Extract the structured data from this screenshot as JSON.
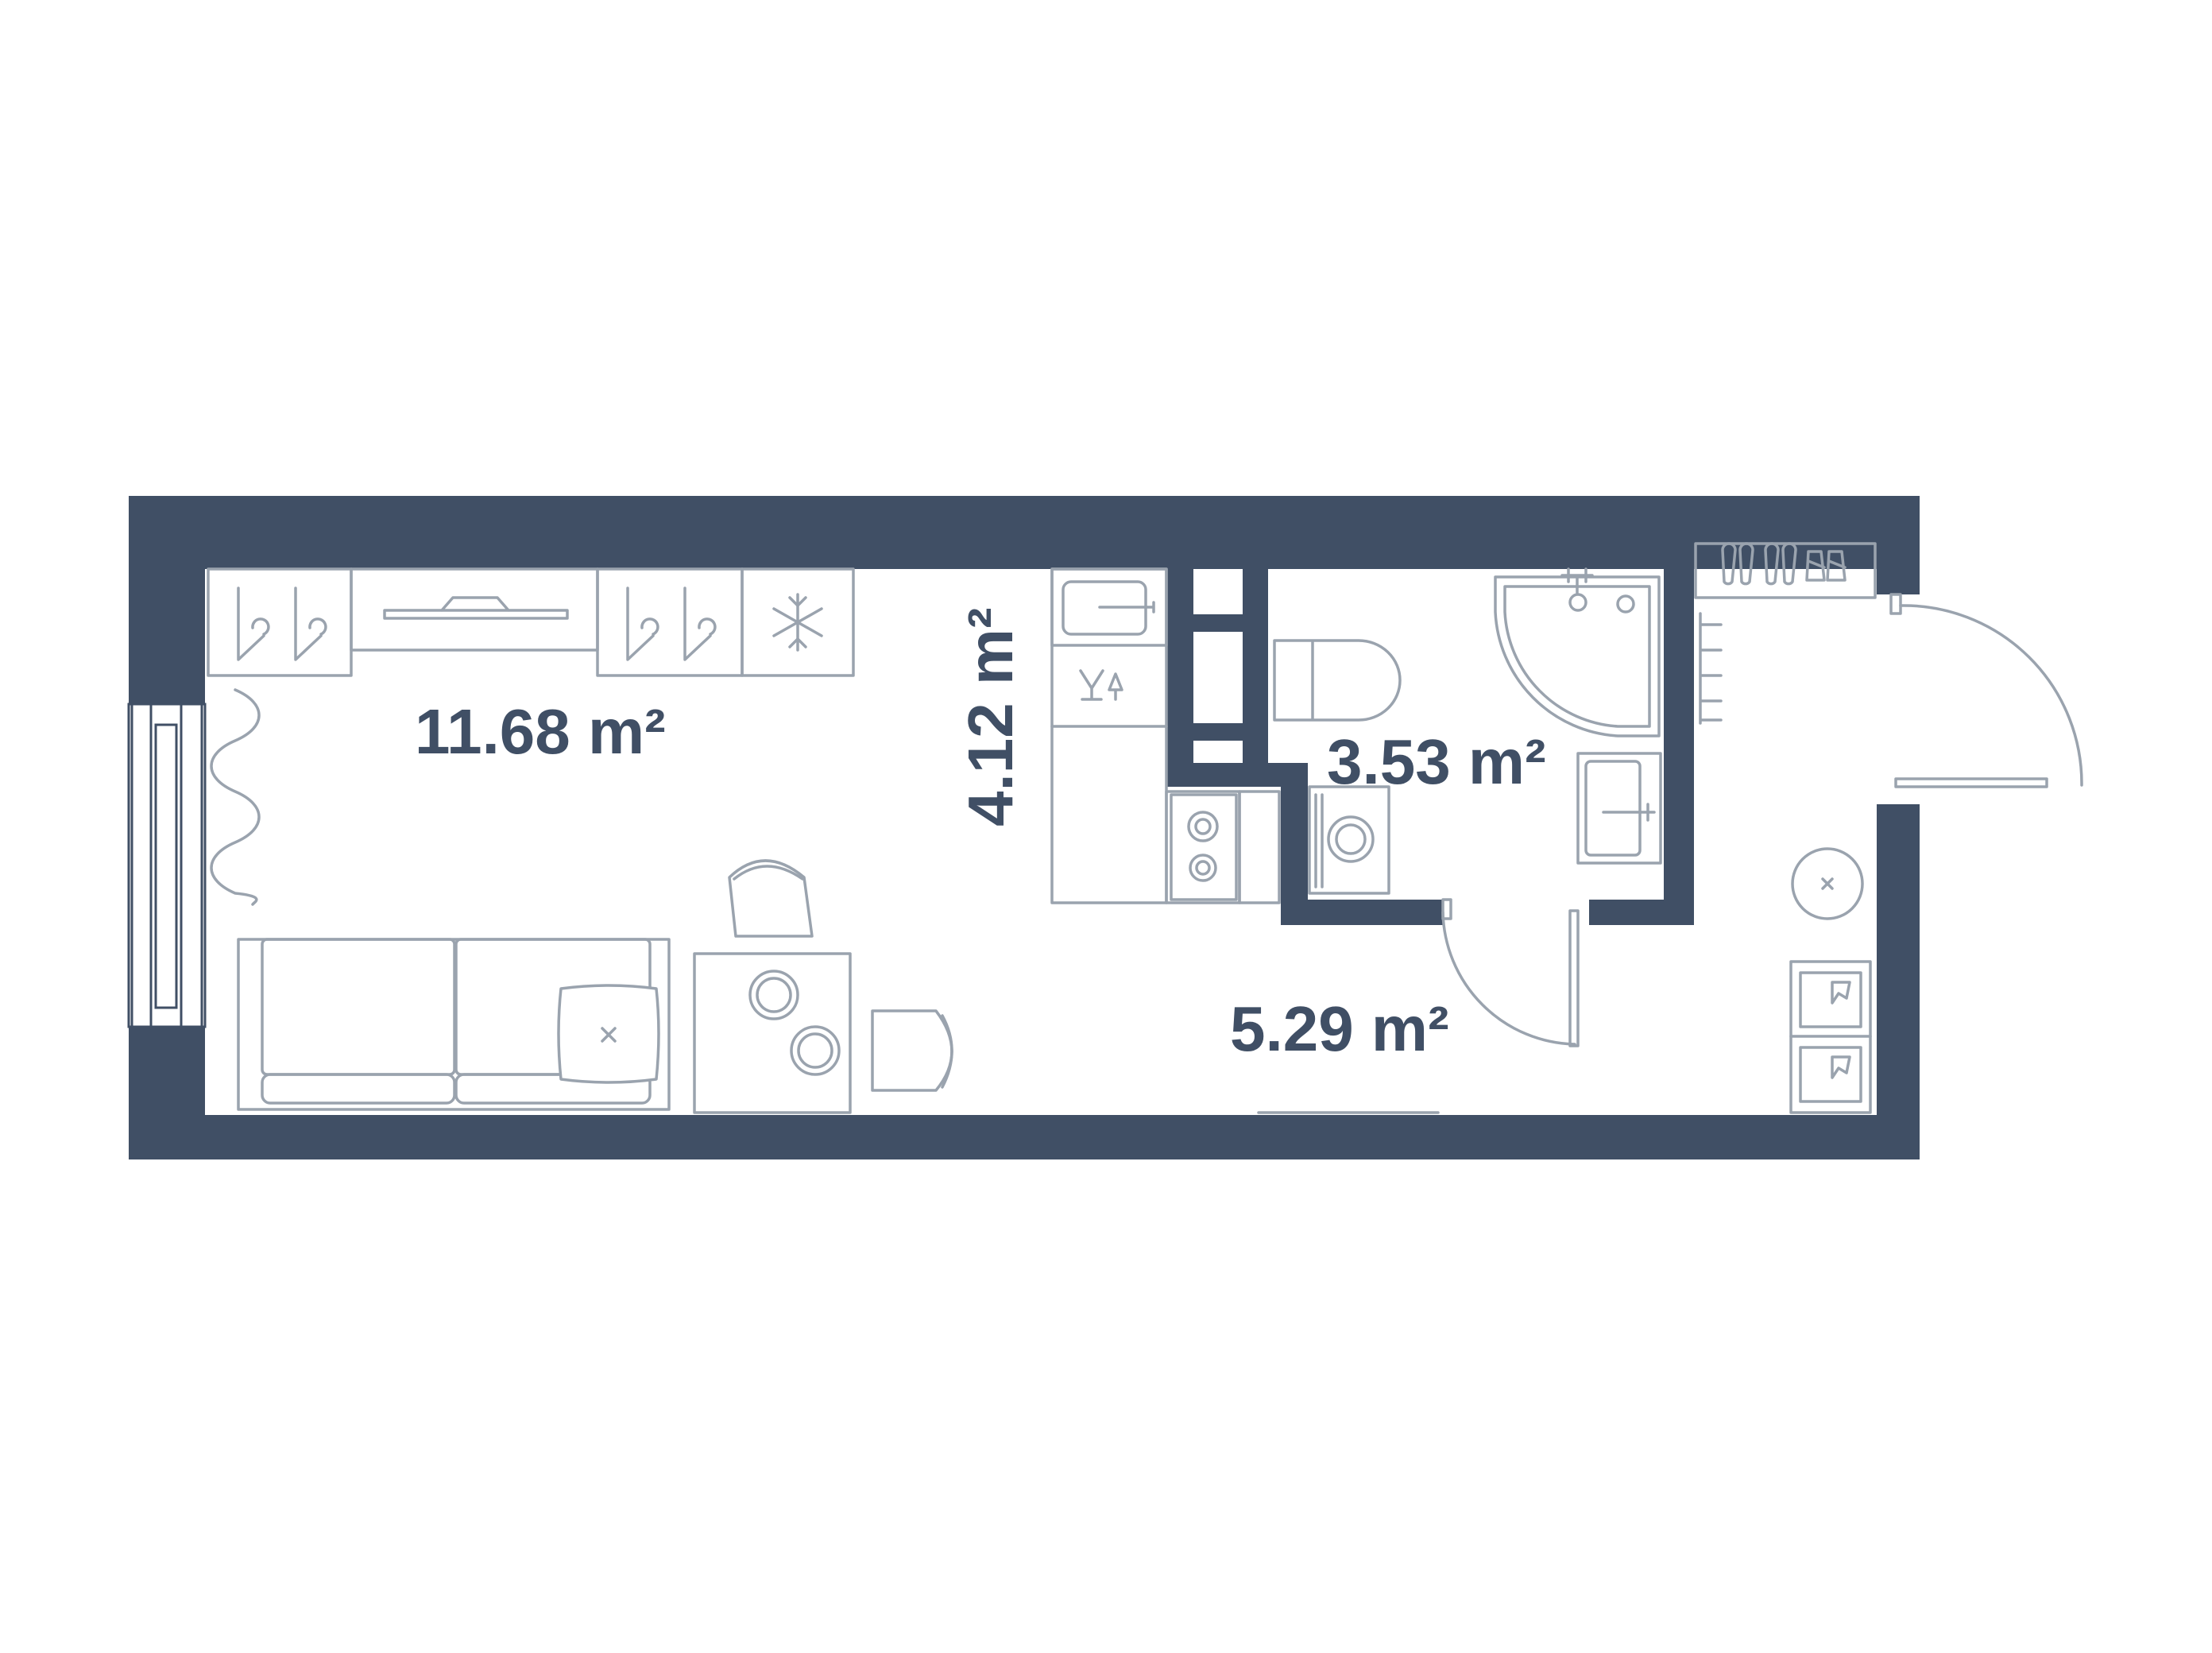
{
  "rooms": [
    {
      "id": "living",
      "area": "11.68 m²"
    },
    {
      "id": "kitchen",
      "area": "4.12 m²"
    },
    {
      "id": "bathroom",
      "area": "3.53 m²"
    },
    {
      "id": "hallway",
      "area": "5.29 m²"
    }
  ],
  "colors": {
    "wall": "#404f65",
    "furniture_line": "#9aa3ae",
    "background": "#ffffff"
  },
  "icons": [
    "hanger-icon",
    "snowflake-icon",
    "slippers-icon",
    "hob-icon",
    "wineglass-icon"
  ]
}
